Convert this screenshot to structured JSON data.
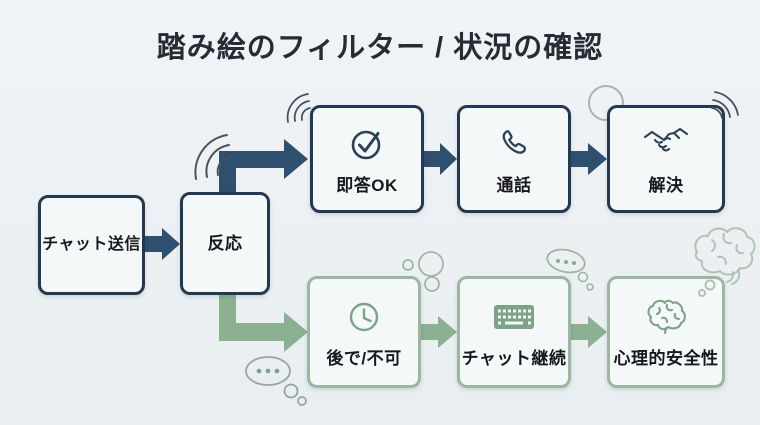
{
  "title": "踏み絵のフィルター / 状況の確認",
  "colors": {
    "background": "#edf1f4",
    "navy_border": "#24394f",
    "navy_arrow": "#2f4f6e",
    "navy_icon": "#2c4156",
    "green_border": "#9cb7a0",
    "green_arrow": "#8cb092",
    "green_icon": "#7da287",
    "box_fill": "#f5f8f9",
    "label_text": "#17181c",
    "title_text": "#262b35"
  },
  "flow": {
    "start": [
      {
        "label": "チャット送信"
      },
      {
        "label": "反応"
      }
    ],
    "top_branch": [
      {
        "label": "即答OK",
        "icon": "check-circle-icon"
      },
      {
        "label": "通話",
        "icon": "phone-icon"
      },
      {
        "label": "解決",
        "icon": "handshake-icon"
      }
    ],
    "bottom_branch": [
      {
        "label": "後で/不可",
        "icon": "clock-icon"
      },
      {
        "label": "チャット継続",
        "icon": "keyboard-icon"
      },
      {
        "label": "心理的安全性",
        "icon": "brain-icon"
      }
    ]
  },
  "decorations": [
    "signal-waves-left",
    "signal-waves-top",
    "signal-waves-right",
    "circle-outline",
    "thought-bubble-dots",
    "bubble-cluster",
    "small-thought-bubble",
    "brain-doodle"
  ]
}
